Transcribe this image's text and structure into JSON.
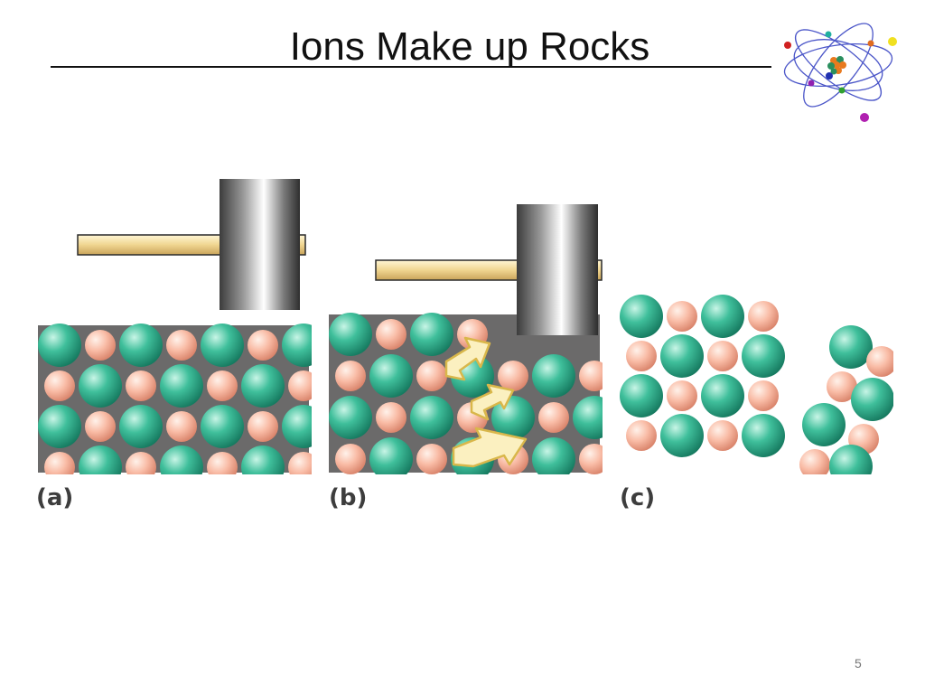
{
  "slide": {
    "title": "Ions Make up Rocks",
    "page_number": "5"
  },
  "panels": [
    {
      "label": "(a)"
    },
    {
      "label": "(b)"
    },
    {
      "label": "(c)"
    }
  ],
  "colors": {
    "cation_ion": "#2aa886",
    "anion_ion": "#f6b09a",
    "lattice_background": "#6b6a6a",
    "hammer_head": "#8a8a8a",
    "hammer_handle": "#f2dca0",
    "force_arrow": "#fbf0c0"
  },
  "icons": {
    "logo": "atom-icon"
  }
}
